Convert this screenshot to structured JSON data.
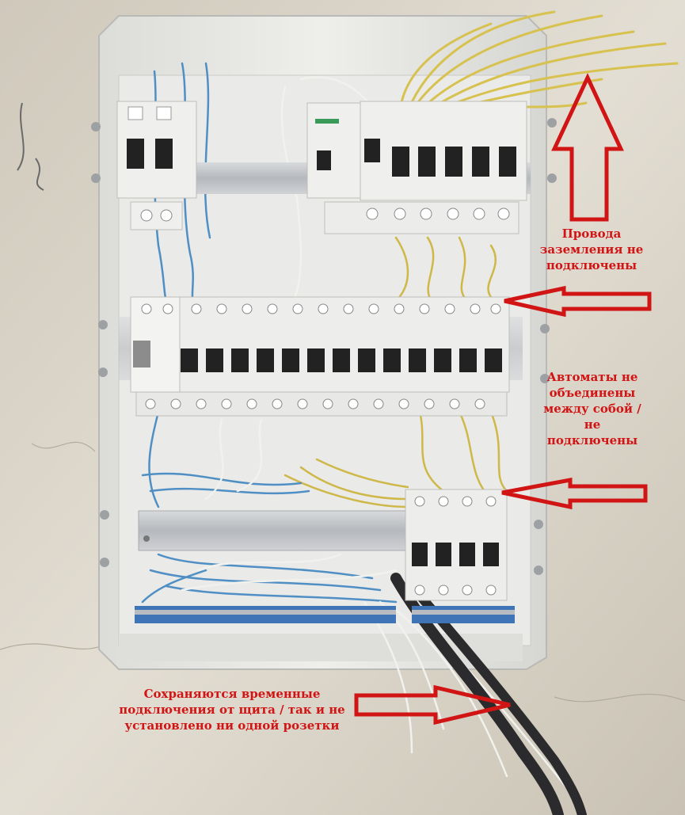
{
  "photo": {
    "colors": {
      "wall": "#d9d3c6",
      "enclosure": "#e6e6e3",
      "din_rail": "#c4c6c9",
      "breaker": "#ededec",
      "toggle": "#222222",
      "wire_yellow": "#d7c24f",
      "wire_blue": "#4f8fc4",
      "wire_white": "#f1f1ee",
      "cable_black": "#2b2b2d",
      "terminal_bus": "#3f74b6",
      "annotation_red": "#d11414"
    }
  },
  "annotations": {
    "ground_wires": {
      "lines": [
        "Провода",
        "заземления не",
        "подключены"
      ]
    },
    "breakers": {
      "lines": [
        "Автоматы не",
        "объединены",
        "между собой /",
        "не",
        "подключены"
      ]
    },
    "temporary": {
      "lines": [
        "Сохраняются временные",
        "подключения от щита / так и не",
        "установлено ни одной розетки"
      ]
    }
  }
}
